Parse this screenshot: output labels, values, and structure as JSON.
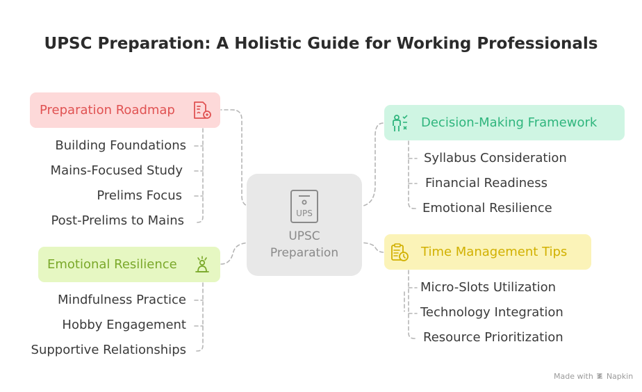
{
  "title": "UPSC Preparation: A Holistic Guide for Working Professionals",
  "center": {
    "label_line1": "UPSC",
    "label_line2": "Preparation",
    "icon_text": "UPS",
    "icon": "document-icon"
  },
  "branches": {
    "roadmap": {
      "label": "Preparation Roadmap",
      "icon": "roadmap-document-icon",
      "color": "#e05252",
      "bg": "#fdd9d9",
      "items": [
        "Building Foundations",
        "Mains-Focused Study",
        "Prelims Focus",
        "Post-Prelims to Mains"
      ]
    },
    "resilience": {
      "label": "Emotional Resilience",
      "icon": "meditation-person-icon",
      "color": "#7aa82a",
      "bg": "#e6f7c2",
      "items": [
        "Mindfulness Practice",
        "Hobby Engagement",
        "Supportive Relationships"
      ]
    },
    "decision": {
      "label": "Decision-Making Framework",
      "icon": "decision-person-icon",
      "color": "#2fb57d",
      "bg": "#cff5e3",
      "items": [
        "Syllabus Consideration",
        "Financial Readiness",
        "Emotional Resilience"
      ]
    },
    "time": {
      "label": "Time Management Tips",
      "icon": "clipboard-clock-icon",
      "color": "#d1b000",
      "bg": "#fbf3b8",
      "items": [
        "Micro-Slots Utilization",
        "Technology Integration",
        "Resource Prioritization"
      ]
    }
  },
  "footer": {
    "made_with": "Made with",
    "brand": "Napkin",
    "icon": "napkin-logo-icon"
  }
}
